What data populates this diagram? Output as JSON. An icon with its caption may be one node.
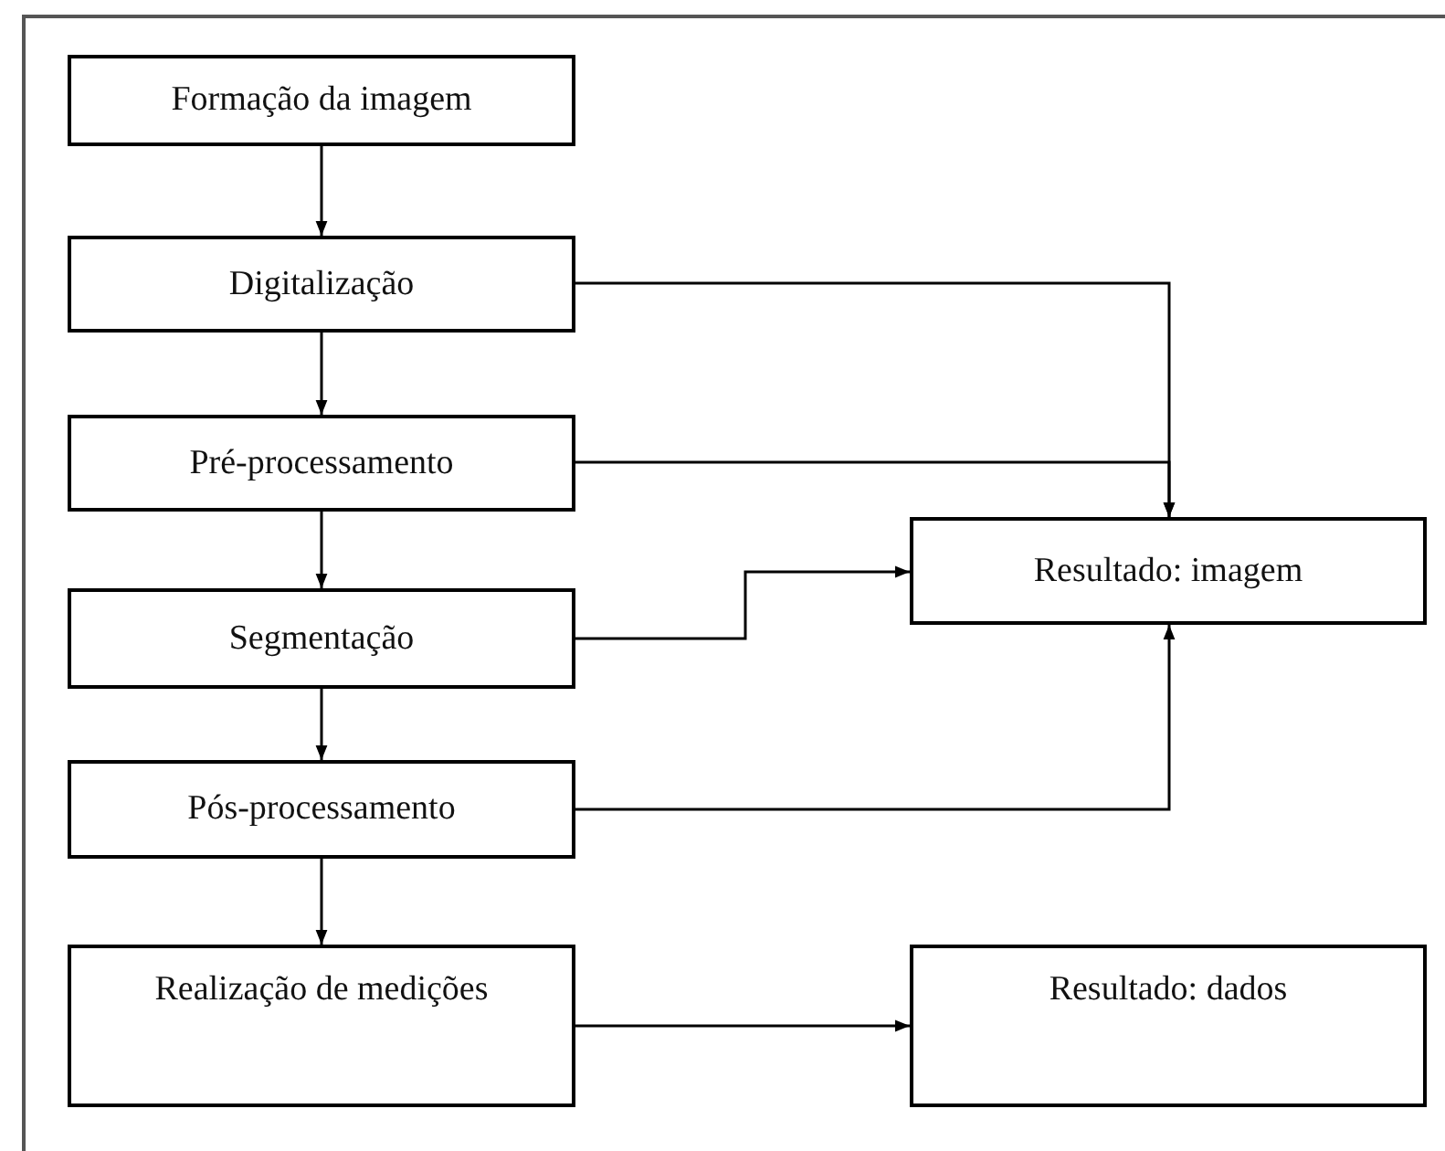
{
  "diagram": {
    "nodes": [
      {
        "text": [
          "Formação da imagem"
        ]
      },
      {
        "text": [
          "Digitalização"
        ]
      },
      {
        "text": [
          "Pré-processamento"
        ]
      },
      {
        "text": [
          "Segmentação"
        ]
      },
      {
        "text": [
          "Pós-processamento"
        ]
      },
      {
        "text": [
          "Realização de medições"
        ]
      },
      {
        "text": [
          "Resultado: imagem"
        ]
      },
      {
        "text": [
          "Resultado: dados"
        ]
      }
    ],
    "edges": [
      {
        "from": 0,
        "to": 1,
        "arrow": "to"
      },
      {
        "from": 1,
        "to": 2,
        "arrow": "to"
      },
      {
        "from": 2,
        "to": 3,
        "arrow": "to"
      },
      {
        "from": 3,
        "to": 4,
        "arrow": "to"
      },
      {
        "from": 4,
        "to": 5,
        "arrow": "to"
      },
      {
        "from": 1,
        "to": 6,
        "arrow": "to"
      },
      {
        "from": 2,
        "to": 6,
        "arrow": "to"
      },
      {
        "from": 3,
        "to": 6,
        "arrow": "to"
      },
      {
        "from": 4,
        "to": 6,
        "arrow": "to"
      },
      {
        "from": 5,
        "to": 7,
        "arrow": "to"
      }
    ]
  }
}
